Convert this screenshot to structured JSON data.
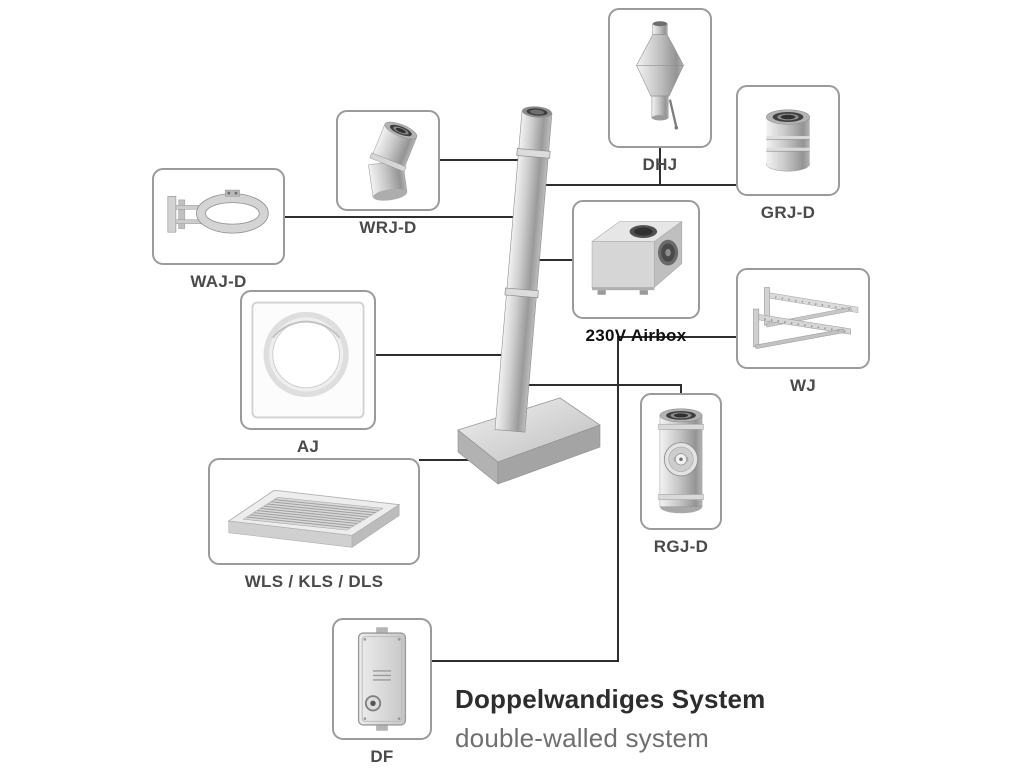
{
  "diagram": {
    "title": "Doppelwandiges System",
    "subtitle": "double-walled system",
    "center_illustration": "double-walled-chimney-pipe-on-hood",
    "colors": {
      "background": "#ffffff",
      "box_border": "#9b9b9b",
      "connector_line": "#2e2e2e",
      "label_text": "#4a4a4a",
      "airbox_label_text": "#101010",
      "title_text": "#2d2d2d",
      "subtitle_text": "#6f6f6f",
      "metal_light": "#f2f2f2",
      "metal_dark": "#9a9a9a"
    },
    "components": [
      {
        "id": "dhj",
        "label": "DHJ",
        "icon": "jet-cowl-icon"
      },
      {
        "id": "grj-d",
        "label": "GRJ-D",
        "icon": "straight-pipe-section-icon"
      },
      {
        "id": "wrj-d",
        "label": "WRJ-D",
        "icon": "elbow-pipe-icon"
      },
      {
        "id": "waj-d",
        "label": "WAJ-D",
        "icon": "wall-clamp-bracket-icon"
      },
      {
        "id": "aj",
        "label": "AJ",
        "icon": "ceiling-plate-icon"
      },
      {
        "id": "airbox",
        "label": "230V Airbox",
        "icon": "fan-box-icon"
      },
      {
        "id": "wj",
        "label": "WJ",
        "icon": "wall-support-bracket-icon"
      },
      {
        "id": "rgj-d",
        "label": "RGJ-D",
        "icon": "inspection-pipe-icon"
      },
      {
        "id": "wls",
        "label": "WLS / KLS / DLS",
        "icon": "extraction-hood-icon"
      },
      {
        "id": "df",
        "label": "DF",
        "icon": "control-unit-icon"
      }
    ]
  }
}
